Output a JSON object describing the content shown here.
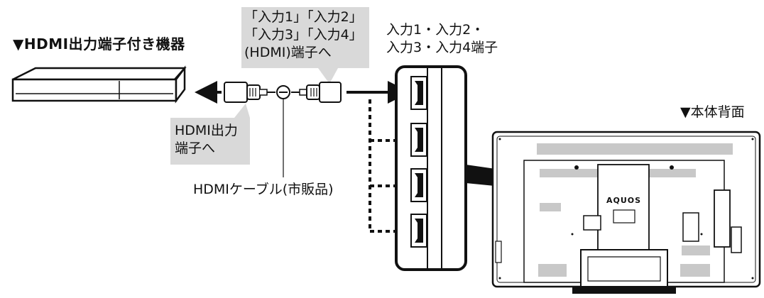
{
  "device_label": "▼HDMI出力端子付き機器",
  "input_callout": [
    "「入力1」「入力2」",
    "「入力3」「入力4」",
    "(HDMI)端子へ"
  ],
  "terminals_label": [
    "入力1・入力2・",
    "入力3・入力4端子"
  ],
  "output_callout": [
    "HDMI出力",
    "端子へ"
  ],
  "cable_label": "HDMIケーブル(市販品)",
  "rear_label": "▼本体背面",
  "brand_text": "AQUOS",
  "colors": {
    "callout_bg": "#d9d9d9",
    "line": "#111111",
    "tv_gray": "#c8c8c8"
  }
}
